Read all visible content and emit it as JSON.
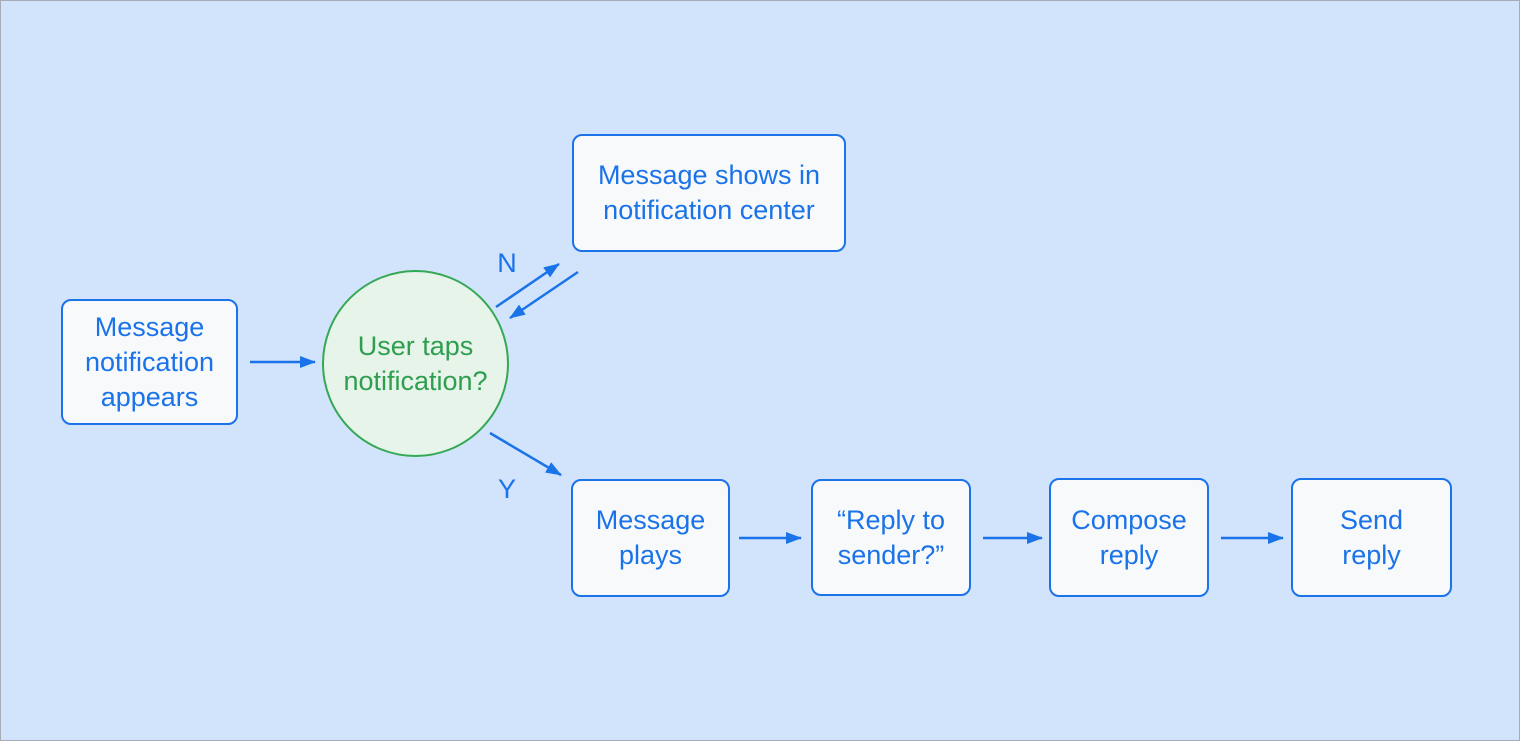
{
  "diagram": {
    "type": "flowchart",
    "nodes": {
      "start": {
        "label": "Message\nnotification\nappears"
      },
      "decision": {
        "label": "User taps\nnotification?"
      },
      "no_branch": {
        "label": "Message shows in\nnotification center"
      },
      "yes_steps": [
        {
          "label": "Message\nplays"
        },
        {
          "label": "“Reply to\nsender?”"
        },
        {
          "label": "Compose\nreply"
        },
        {
          "label": "Send\nreply"
        }
      ]
    },
    "branch_labels": {
      "no": "N",
      "yes": "Y"
    },
    "colors": {
      "background": "#d2e3fc",
      "accent_blue": "#1a73e8",
      "accent_green": "#34a853",
      "box_fill": "#f8f9fb",
      "circle_fill": "#e6f4ea"
    }
  }
}
